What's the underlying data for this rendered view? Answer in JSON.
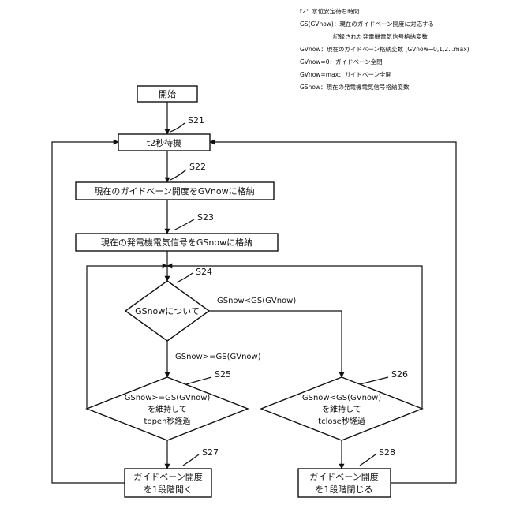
{
  "legend": [
    "t2：水位安定待ち時間",
    "GS(GVnow)：現在のガイドベーン開度に対応する",
    "記録された発電機電気信号格納変数",
    "GVnow：現在のガイドベーン格納変数 (GVnow→0,1,2...max)",
    "GVnow=0：ガイドベーン全閉",
    "GVnow=max：ガイドベーン全開",
    "GSnow：現在の発電機電気信号格納変数"
  ],
  "nodes": {
    "start": "開始",
    "s21": {
      "step": "S21",
      "text": "t2秒待機"
    },
    "s22": {
      "step": "S22",
      "text": "現在のガイドベーン開度をGVnowに格納"
    },
    "s23": {
      "step": "S23",
      "text": "現在の発電機電気信号をGSnowに格納"
    },
    "s24": {
      "step": "S24",
      "text": "GSnowについて"
    },
    "s25": {
      "step": "S25",
      "lines": [
        "GSnow>=GS(GVnow)",
        "を維持して",
        "topen秒経過"
      ]
    },
    "s26": {
      "step": "S26",
      "lines": [
        "GSnow<GS(GVnow)",
        "を維持して",
        "tclose秒経過"
      ]
    },
    "s27": {
      "step": "S27",
      "lines": [
        "ガイドベーン開度",
        "を1段階開く"
      ]
    },
    "s28": {
      "step": "S28",
      "lines": [
        "ガイドベーン開度",
        "を1段階閉じる"
      ]
    }
  },
  "branches": {
    "right": "GSnow<GS(GVnow)",
    "down": "GSnow>=GS(GVnow)"
  }
}
